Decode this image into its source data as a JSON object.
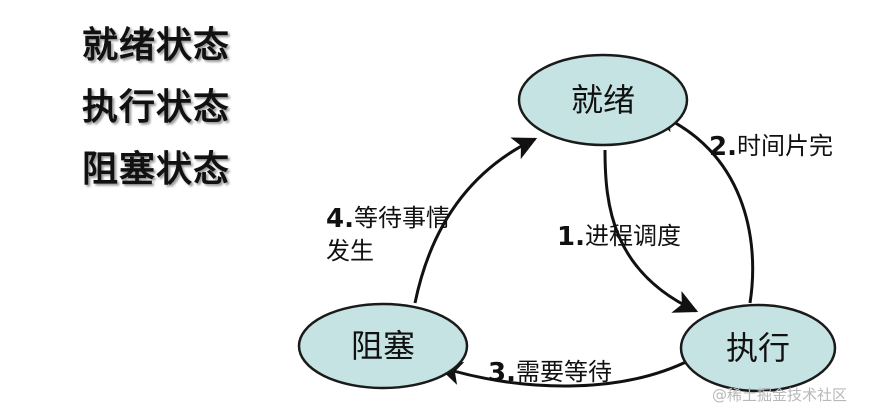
{
  "legend": {
    "items": [
      "就绪状态",
      "执行状态",
      "阻塞状态"
    ]
  },
  "nodes": {
    "ready": "就绪",
    "running": "执行",
    "blocked": "阻塞"
  },
  "transitions": {
    "dispatch": {
      "num": "1.",
      "text": "进程调度"
    },
    "timeout": {
      "num": "2.",
      "text": "时间片完"
    },
    "wait": {
      "num": "3.",
      "text": "需要等待"
    },
    "wakeup": {
      "num": "4.",
      "text_line1": "等待事情",
      "text_line2": "发生"
    }
  },
  "watermark": "@稀土掘金技术社区",
  "colors": {
    "node_fill": "#c6e3e4",
    "node_stroke": "#1a1a1a",
    "arrow": "#111111"
  }
}
